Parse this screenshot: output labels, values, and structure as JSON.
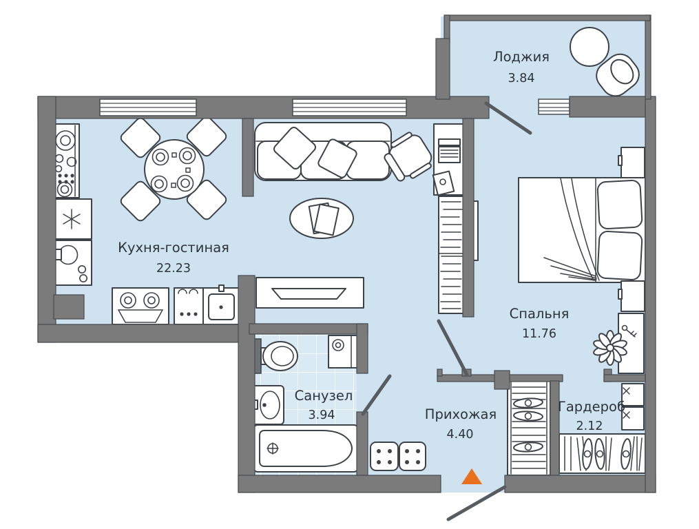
{
  "plan": {
    "type": "apartment-floor-plan",
    "rooms": [
      {
        "id": "loggia",
        "name": "Лоджия",
        "area": "3.84"
      },
      {
        "id": "kitchen_living",
        "name": "Кухня-гостиная",
        "area": "22.23"
      },
      {
        "id": "bedroom",
        "name": "Спальня",
        "area": "11.76"
      },
      {
        "id": "bathroom",
        "name": "Санузел",
        "area": "3.94"
      },
      {
        "id": "hallway",
        "name": "Прихожая",
        "area": "4.40"
      },
      {
        "id": "wardrobe",
        "name": "Гардероб",
        "area": "2.12"
      }
    ],
    "entrance_marker": "orange-triangle",
    "colors": {
      "background": "#ffffff",
      "floor": "#cfe2ef",
      "tile": "#d9eaf4",
      "wall": "#7b7b7b",
      "furniture_outline": "#3d4248",
      "entrance_accent": "#e8701f",
      "text": "#2d333b"
    }
  }
}
